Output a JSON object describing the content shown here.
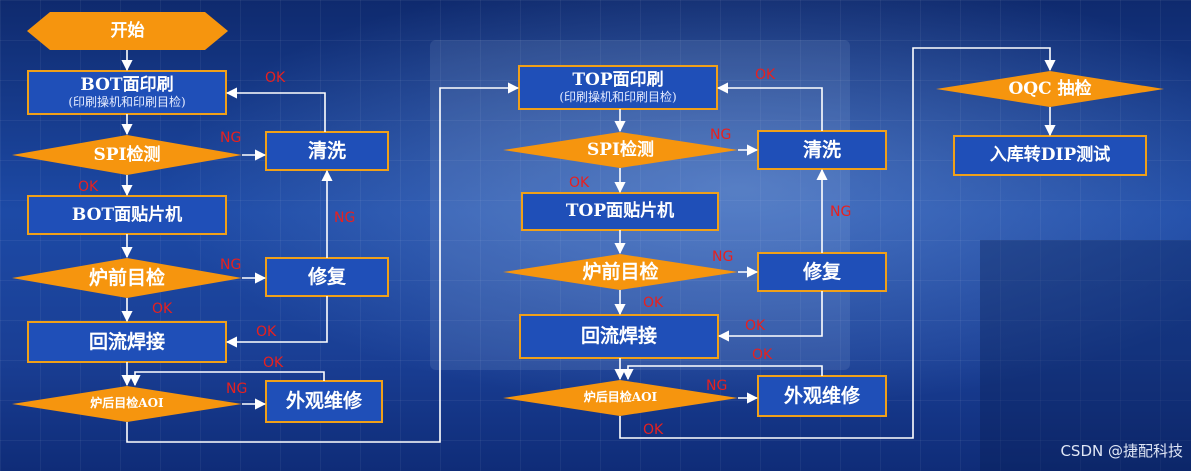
{
  "nodes": {
    "start": "开始",
    "bot_print": "BOT面印刷",
    "bot_print_sub": "(印刷操机和印刷目检)",
    "bot_spi": "SPI检测",
    "bot_clean": "清洗",
    "bot_mount": "BOT面贴片机",
    "bot_pre": "炉前目检",
    "bot_repair": "修复",
    "bot_reflow": "回流焊接",
    "bot_aoi": "炉后目检AOI",
    "bot_visual": "外观维修",
    "top_print": "TOP面印刷",
    "top_print_sub": "(印刷操机和印刷目检)",
    "top_spi": "SPI检测",
    "top_clean": "清洗",
    "top_mount": "TOP面贴片机",
    "top_pre": "炉前目检",
    "top_repair": "修复",
    "top_reflow": "回流焊接",
    "top_aoi": "炉后目检AOI",
    "top_visual": "外观维修",
    "oqc": "OQC 抽检",
    "dip": "入库转DIP测试"
  },
  "labels": {
    "bot_clean_ok": "OK",
    "bot_spi_ng": "NG",
    "bot_spi_ok": "OK",
    "bot_repair_ng": "NG",
    "bot_pre_ng": "NG",
    "bot_pre_ok": "OK",
    "bot_repair_ok": "OK",
    "bot_visual_ok": "OK",
    "bot_aoi_ng": "NG",
    "top_clean_ok": "OK",
    "top_spi_ng": "NG",
    "top_spi_ok": "OK",
    "top_repair_ng": "NG",
    "top_pre_ng": "NG",
    "top_pre_ok": "OK",
    "top_repair_ok": "OK",
    "top_visual_ok": "OK",
    "top_aoi_ng": "NG",
    "top_aoi_ok": "OK"
  },
  "watermark": "CSDN @捷配科技",
  "colors": {
    "shape_fill": "#f6950e",
    "box_border": "#f0a019",
    "connector": "#ffffff",
    "label_red": "#e8201e"
  }
}
